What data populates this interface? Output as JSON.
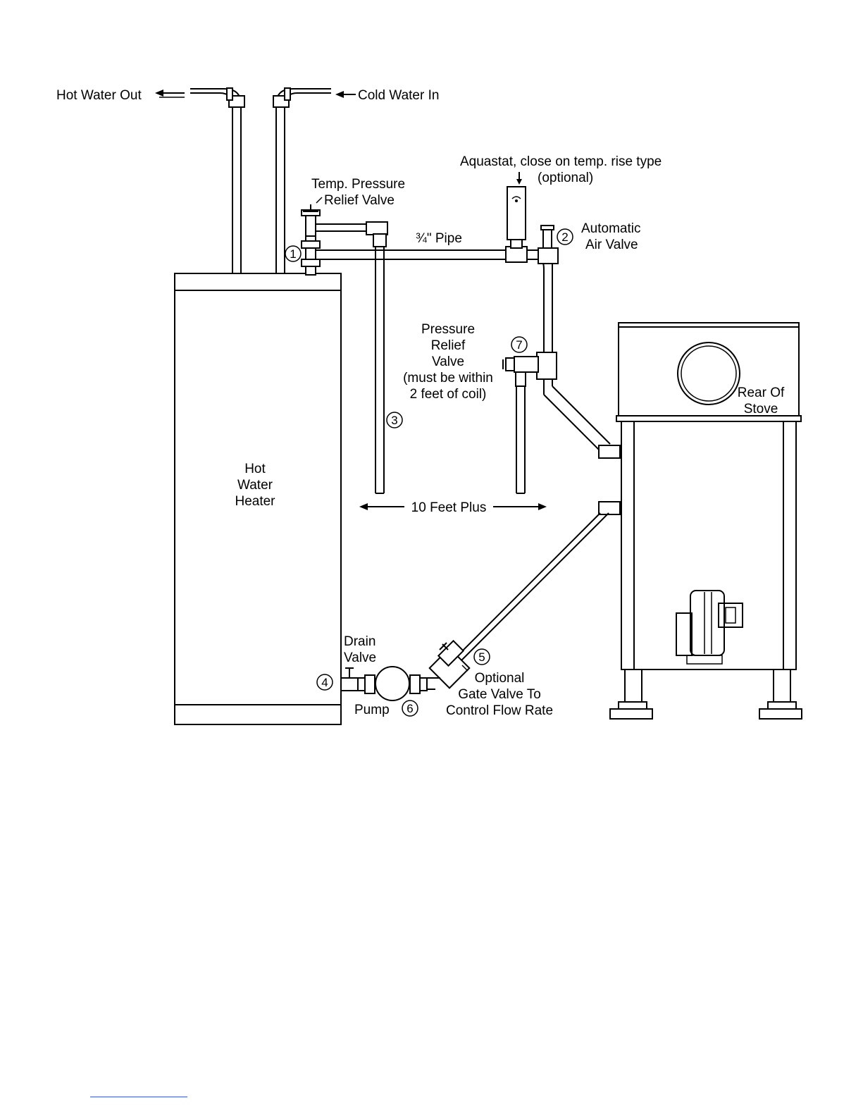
{
  "labels": {
    "hot_water_out": "Hot Water Out",
    "cold_water_in": "Cold Water In",
    "aquastat_line1": "Aquastat, close on temp. rise type",
    "aquastat_line2": "(optional)",
    "temp_relief_line1": "Temp. Pressure",
    "temp_relief_line2": "Relief Valve",
    "pipe_size": "¾\" Pipe",
    "auto_air_line1": "Automatic",
    "auto_air_line2": "Air Valve",
    "pressure_relief_line1": "Pressure",
    "pressure_relief_line2": "Relief",
    "pressure_relief_line3": "Valve",
    "pressure_relief_line4": "(must be within",
    "pressure_relief_line5": "2 feet of coil)",
    "heater_line1": "Hot",
    "heater_line2": "Water",
    "heater_line3": "Heater",
    "distance": "10 Feet Plus",
    "rear_stove_line1": "Rear Of",
    "rear_stove_line2": "Stove",
    "drain_line1": "Drain",
    "drain_line2": "Valve",
    "pump": "Pump",
    "gate_line1": "Optional",
    "gate_line2": "Gate Valve To",
    "gate_line3": "Control Flow Rate"
  },
  "callouts": {
    "c1": "①",
    "c2": "②",
    "c3": "③",
    "c4": "④",
    "c5": "⑤",
    "c6": "⑥",
    "c7": "⑦"
  }
}
